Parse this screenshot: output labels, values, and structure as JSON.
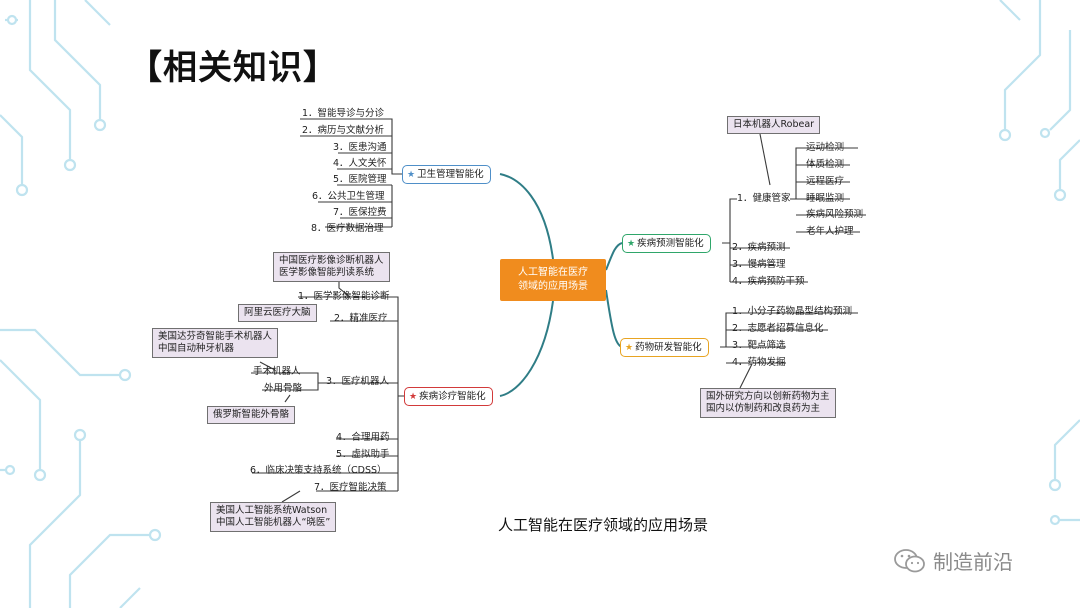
{
  "page_title": "【相关知识】",
  "caption": "人工智能在医疗领域的应用场景",
  "watermark": "制造前沿",
  "mindmap": {
    "root": [
      "人工智能在医疗",
      "领域的应用场景"
    ],
    "branches": {
      "health_mgmt": {
        "label": "卫生管理智能化",
        "items": [
          "1．智能导诊与分诊",
          "2．病历与文献分析",
          "3．医患沟通",
          "4．人文关怀",
          "5．医院管理",
          "6．公共卫生管理",
          "7．医保控费",
          "8．医疗数据治理"
        ]
      },
      "diagnosis": {
        "label": "疾病诊疗智能化",
        "items": [
          "1．医学影像智能诊断",
          "2．精准医疗",
          "3．医疗机器人",
          "4．合理用药",
          "5．虚拟助手",
          "6．临床决策支持系统（CDSS）",
          "7．医疗智能决策"
        ],
        "robot_sub": [
          "手术机器人",
          "外用骨骼"
        ],
        "notes": {
          "imaging": [
            "中国医疗影像诊断机器人",
            "医学影像智能判读系统"
          ],
          "precision": [
            "阿里云医疗大脑"
          ],
          "surgery": [
            "美国达芬奇智能手术机器人",
            "中国自动种牙机器"
          ],
          "exo": [
            "俄罗斯智能外骨骼"
          ],
          "decision": [
            "美国人工智能系统Watson",
            "中国人工智能机器人“晓医”"
          ]
        }
      },
      "prediction": {
        "label": "疾病预测智能化",
        "items": [
          "1．健康管家",
          "2．疾病预测",
          "3．慢病管理",
          "4．疾病预防干预"
        ],
        "steward_sub": [
          "运动检测",
          "体质检测",
          "远程医疗",
          "睡眠监测",
          "疾病风险预测",
          "老年人护理"
        ],
        "note": [
          "日本机器人Robear"
        ]
      },
      "drug": {
        "label": "药物研发智能化",
        "items": [
          "1．小分子药物晶型结构预测",
          "2．志愿者招募信息化",
          "3．靶点筛选",
          "4．药物发掘"
        ],
        "note": [
          "国外研究方向以创新药物为主",
          "国内以仿制药和改良药为主"
        ]
      }
    }
  },
  "colors": {
    "root": "#f08c1e",
    "health_mgmt": "#4f8fc8",
    "prediction": "#2fa66a",
    "drug": "#e8a422",
    "diagnosis": "#d23a3a",
    "note_bg": "#ebe3ef",
    "circuit": "#bfe3ef"
  },
  "icons": {
    "branch_marker": "star-icon",
    "watermark": "wechat-icon"
  }
}
